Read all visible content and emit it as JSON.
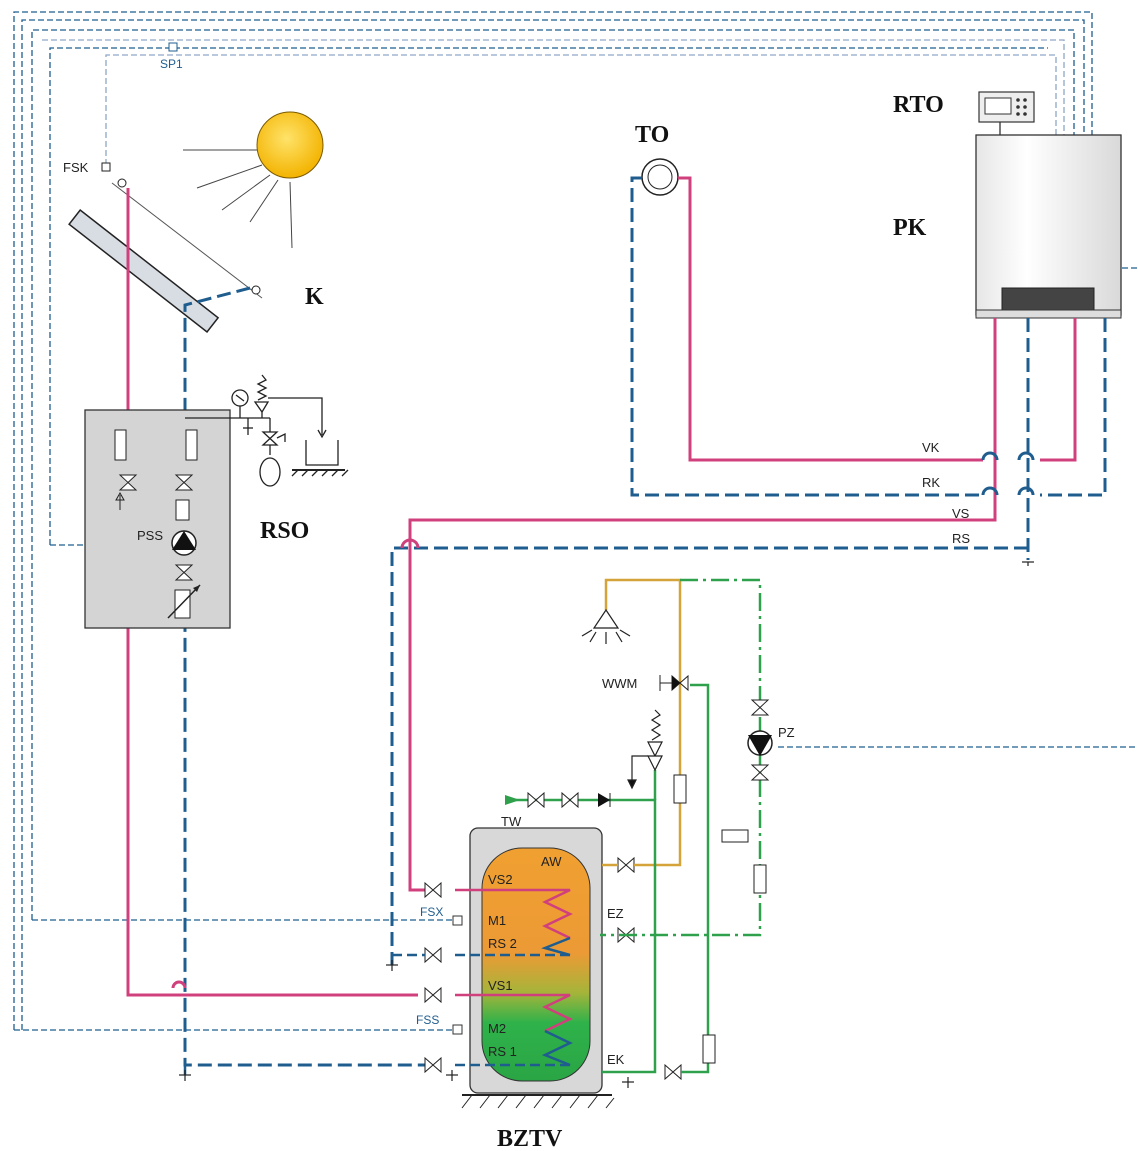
{
  "labels": {
    "k": "K",
    "rso": "RSO",
    "bztv": "BZTV",
    "to": "TO",
    "rto": "RTO",
    "pk": "PK",
    "sp1": "SP1",
    "fsk": "FSK",
    "pss": "PSS",
    "vk": "VK",
    "rk": "RK",
    "vs": "VS",
    "rs": "RS",
    "wwm": "WWM",
    "pz": "PZ",
    "tw": "TW",
    "aw": "AW",
    "vs2": "VS2",
    "m1": "M1",
    "rs2": "RS 2",
    "fsx": "FSX",
    "ez": "EZ",
    "vs1": "VS1",
    "m2": "M2",
    "rs1": "RS 1",
    "fss": "FSS",
    "ek": "EK"
  },
  "colors": {
    "supply": "#d0407d",
    "return": "#1f5d8f",
    "sensor": "#8fa8c6",
    "cold": "#2fa14c",
    "hot": "#d4a33a",
    "tank_top": "#f0a030",
    "tank_bottom": "#2fb24a"
  }
}
